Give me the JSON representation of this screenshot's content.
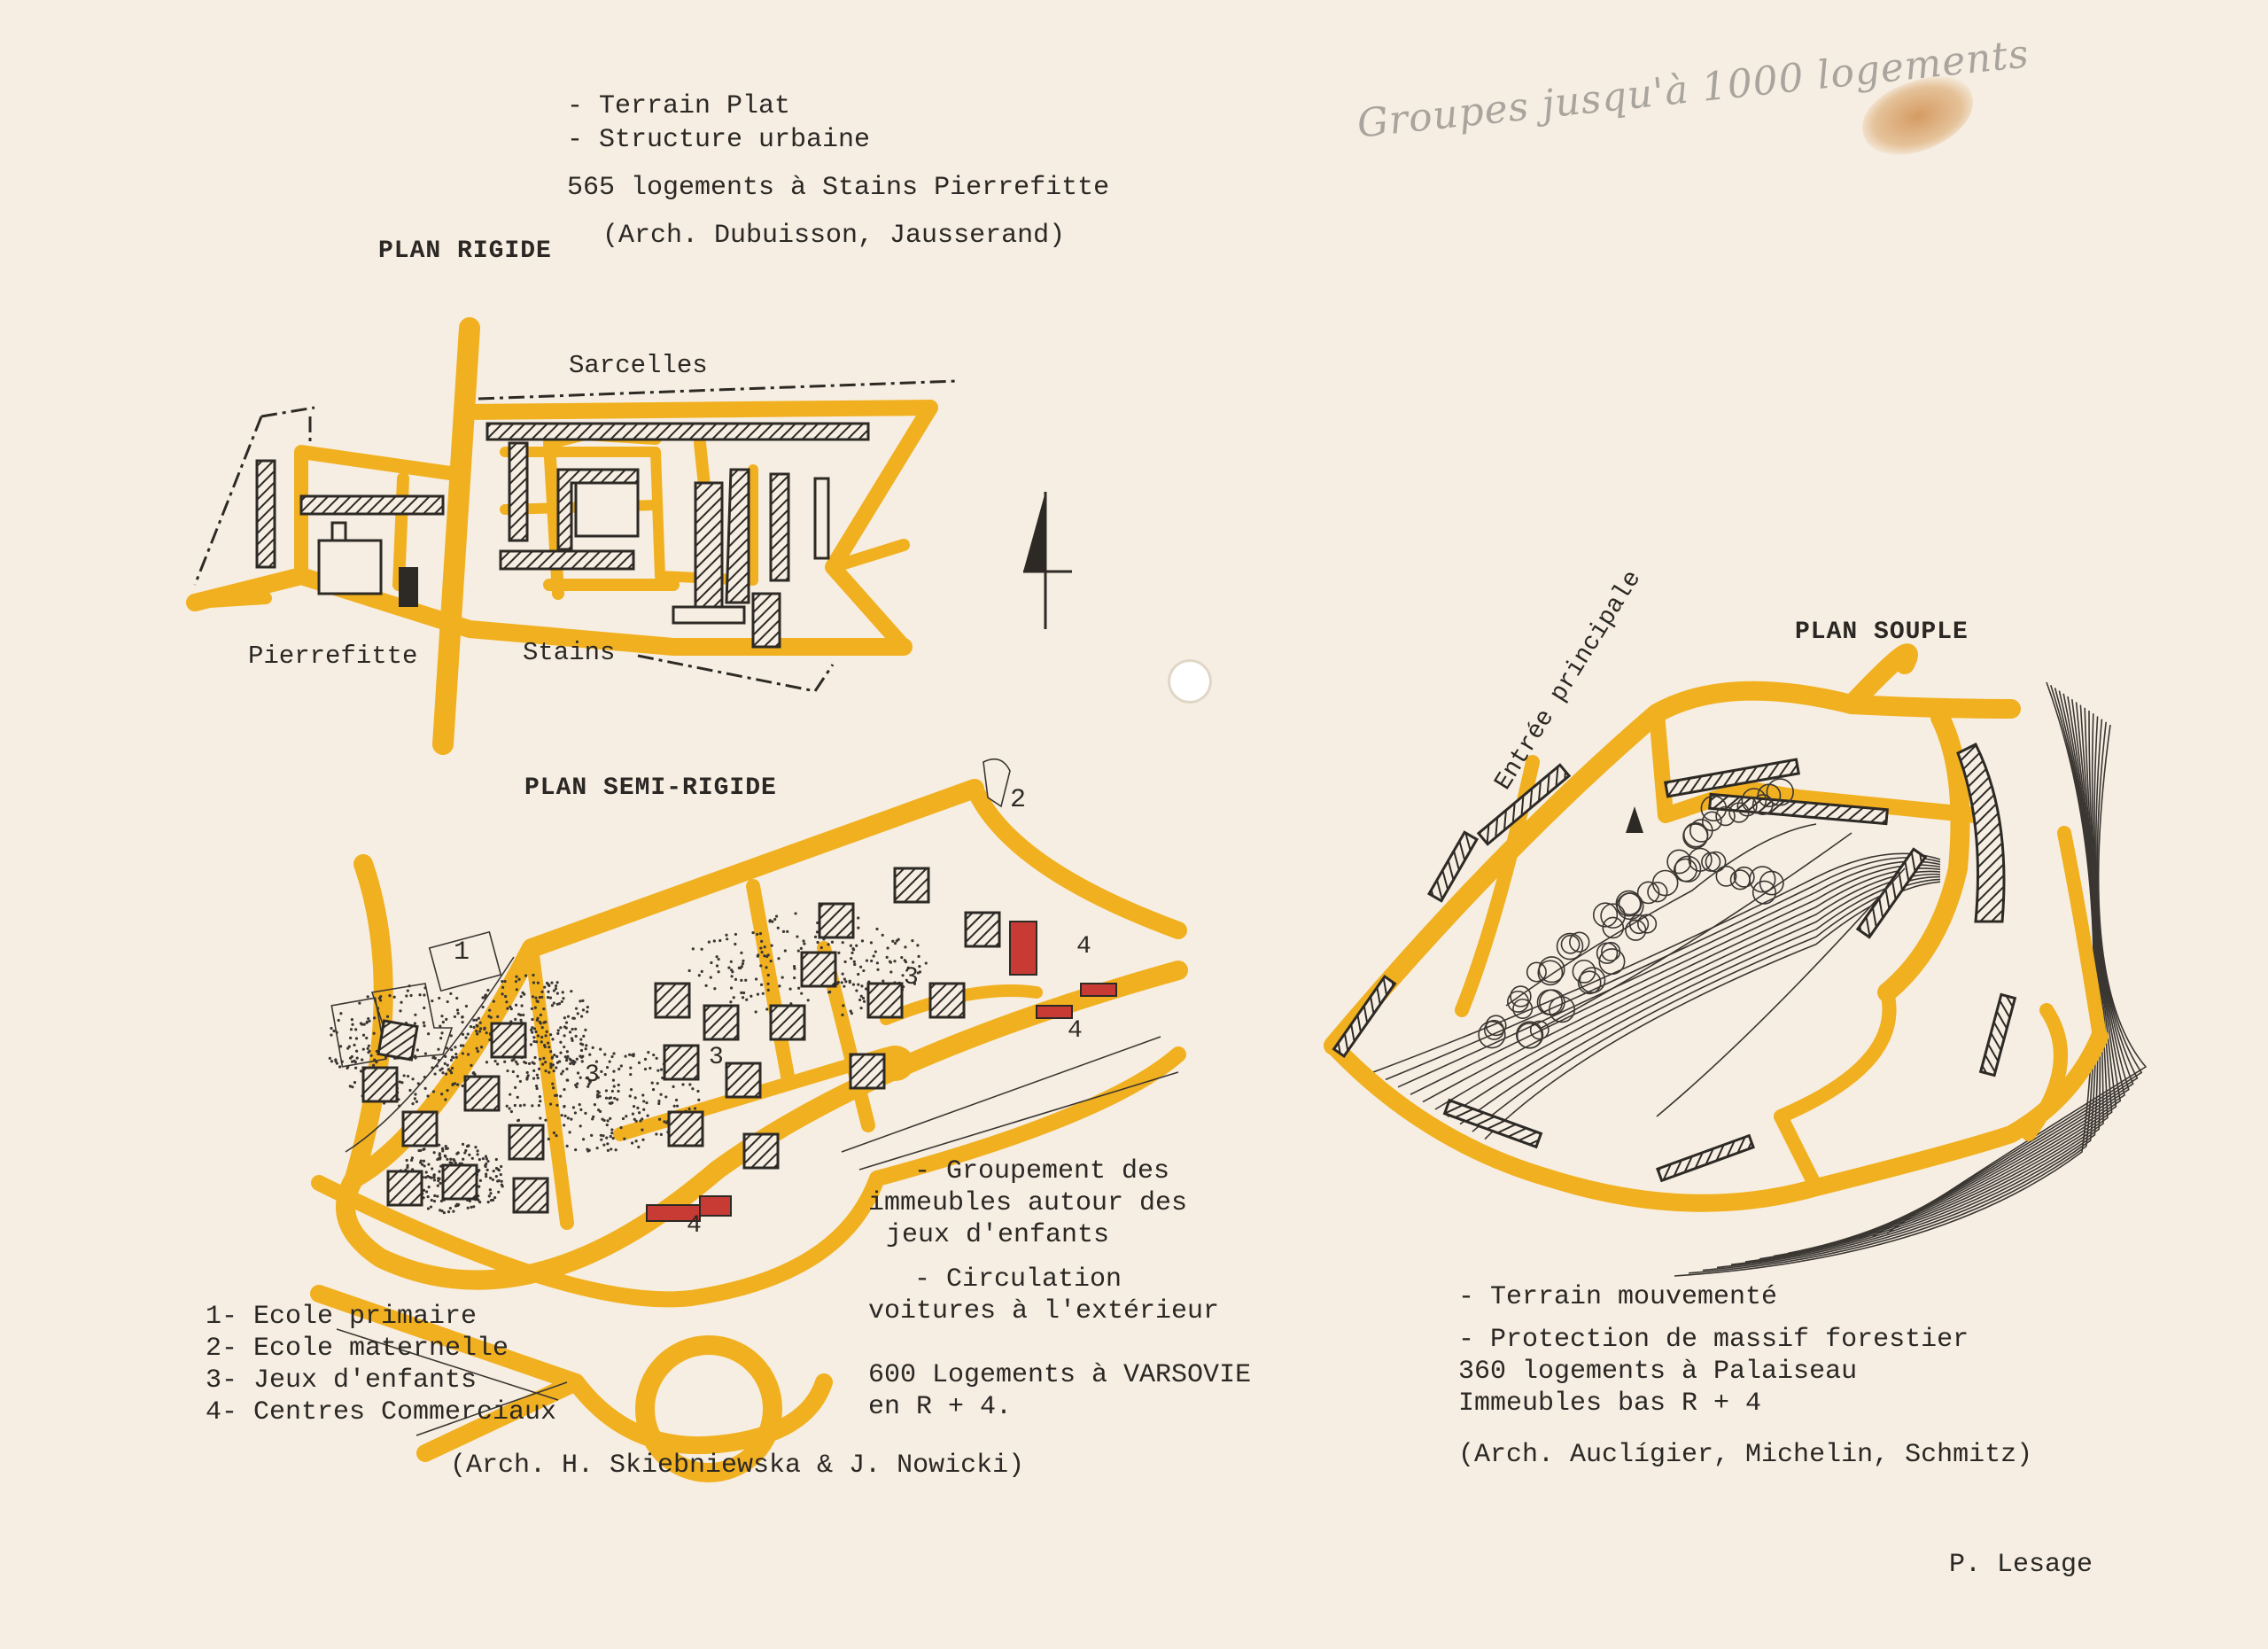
{
  "top_block": {
    "line1": "- Terrain Plat",
    "line2": "- Structure urbaine",
    "line3": "565 logements à Stains Pierrefitte",
    "line4": "(Arch. Dubuisson, Jausserand)"
  },
  "plan_rigide": {
    "title": "PLAN RIGIDE",
    "labels": {
      "sarcelles": "Sarcelles",
      "pierrefitte": "Pierrefitte",
      "stains": "Stains"
    }
  },
  "north_arrow": {
    "icon": "north-arrow-icon"
  },
  "plan_semi_rigide": {
    "title": "PLAN SEMI-RIGIDE",
    "map_numbers": [
      "1",
      "2",
      "3",
      "3",
      "3",
      "4",
      "4",
      "4"
    ],
    "notes": {
      "groupement1": "- Groupement des",
      "groupement2": "immeubles autour des",
      "groupement3": "jeux d'enfants",
      "circulation1": "- Circulation",
      "circulation2": "voitures à l'extérieur",
      "logements1": "600 Logements à VARSOVIE",
      "logements2": "en R + 4."
    },
    "legend": [
      "1- Ecole primaire",
      "2- Ecole maternelle",
      "3- Jeux d'enfants",
      "4- Centres Commerciaux"
    ],
    "architects": "(Arch. H. Skiebniewska & J. Nowicki)"
  },
  "plan_souple": {
    "title": "PLAN SOUPLE",
    "entree": "Entrée principale",
    "notes": {
      "line1": "- Terrain mouvementé",
      "line2": "- Protection de massif forestier",
      "line3": "360 logements à Palaiseau",
      "line4": "Immeubles bas R + 4",
      "line5": "(Arch. Auclígier, Michelin, Schmitz)"
    }
  },
  "handwritten_note": "Groupes jusqu'à 1000 logements",
  "author": "P. Lesage",
  "colors": {
    "road": "#f1b020",
    "ink": "#2d2a26",
    "paper": "#f6eee2",
    "commerce": "#c83a34"
  }
}
